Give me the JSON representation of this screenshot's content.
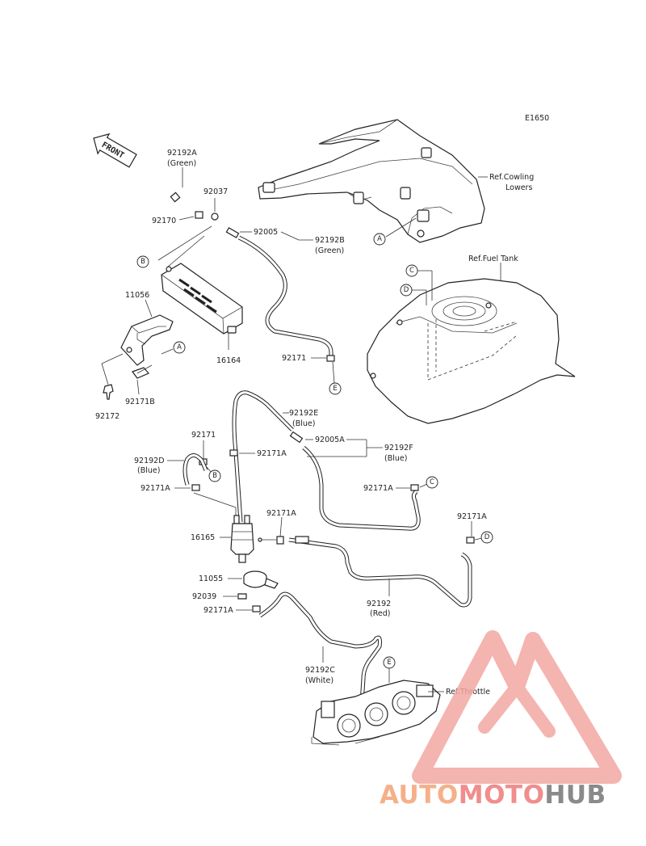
{
  "diagram": {
    "code": "E1650",
    "front_label": "FRONT",
    "refs": {
      "cowling_line1": "Ref.Cowling",
      "cowling_line2": "Lowers",
      "fuel_tank": "Ref.Fuel Tank",
      "throttle": "Ref.Throttle"
    },
    "callouts": {
      "A1": "A",
      "A2": "A",
      "B1": "B",
      "B2": "B",
      "C1": "C",
      "C2": "C",
      "D1": "D",
      "D2": "D",
      "E1": "E",
      "E2": "E"
    },
    "parts": {
      "p92192A": "92192A",
      "p92192A_c": "(Green)",
      "p92037": "92037",
      "p92170": "92170",
      "p92005": "92005",
      "p92192B": "92192B",
      "p92192B_c": "(Green)",
      "p11056": "11056",
      "p16164": "16164",
      "p92171_top": "92171",
      "p92171B": "92171B",
      "p92172": "92172",
      "p92192E": "92192E",
      "p92192E_c": "(Blue)",
      "p92171_mid": "92171",
      "p92171A_1": "92171A",
      "p92005A": "92005A",
      "p92192F": "92192F",
      "p92192F_c": "(Blue)",
      "p92192D": "92192D",
      "p92192D_c": "(Blue)",
      "p92171A_2": "92171A",
      "p92171A_3": "92171A",
      "p92171A_4": "92171A",
      "p92171A_5": "92171A",
      "p16165": "16165",
      "p11055": "11055",
      "p92039": "92039",
      "p92171A_6": "92171A",
      "p92192": "92192",
      "p92192_c": "(Red)",
      "p92192C": "92192C",
      "p92192C_c": "(White)"
    }
  },
  "watermark": {
    "part1": "AUTO",
    "part2": "MOTO",
    "part3": "HUB",
    "colors": {
      "auto": "#f5b08a",
      "moto": "#f08d8d",
      "hub": "#8a8a8a",
      "logo": "#f3a7a2"
    }
  }
}
